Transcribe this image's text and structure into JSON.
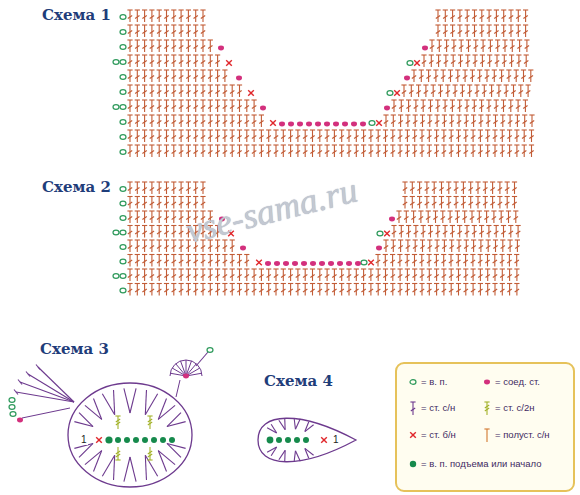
{
  "diagram": {
    "labels": [
      "Схема 1",
      "Схема 2",
      "Схема 3",
      "Схема 4",
      "1",
      "1",
      "vse-sama.ru"
    ],
    "legend": [
      {
        "text": "= в. п."
      },
      {
        "text": "= соед. ст."
      },
      {
        "text": "= ст. с/н"
      },
      {
        "text": "= ст. с/2н"
      },
      {
        "text": "= ст. б/н"
      },
      {
        "text": "= полуст. с/н"
      },
      {
        "text": "= в. п. подъема или начало"
      }
    ]
  }
}
